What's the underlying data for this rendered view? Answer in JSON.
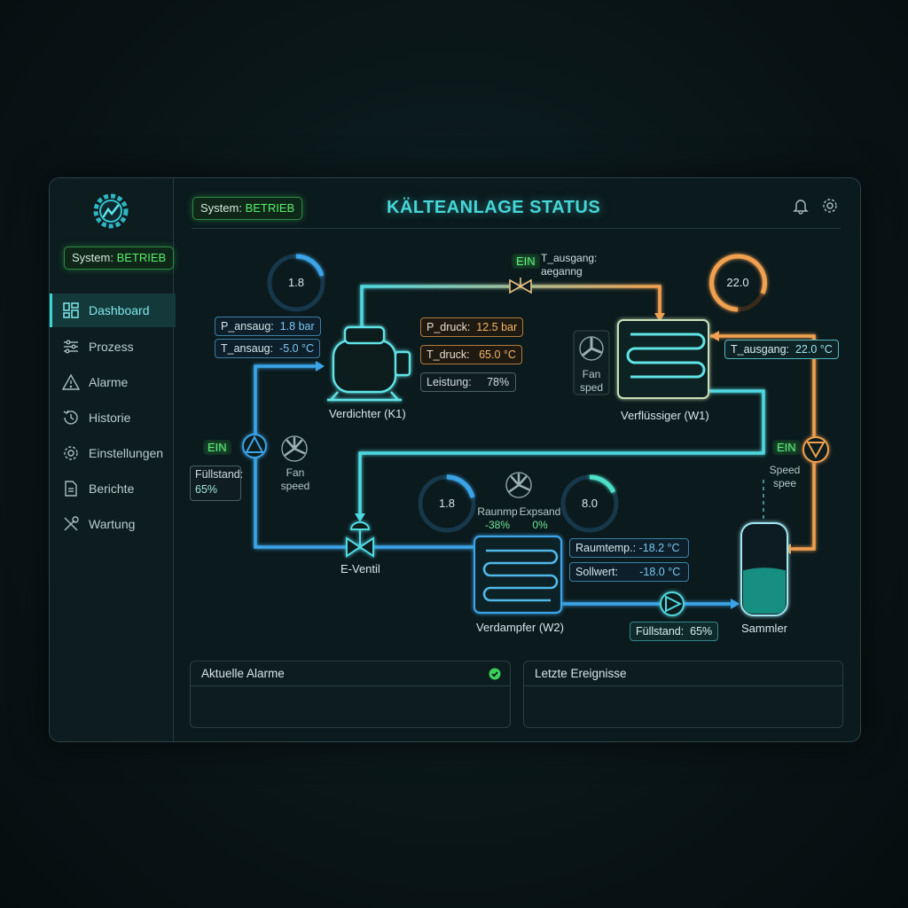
{
  "sidebar": {
    "status_prefix": "System:",
    "status_value": "BETRIEB",
    "items": [
      {
        "label": "Dashboard",
        "icon": "dashboard-icon"
      },
      {
        "label": "Prozess",
        "icon": "sliders-icon"
      },
      {
        "label": "Alarme",
        "icon": "warning-icon"
      },
      {
        "label": "Historie",
        "icon": "history-icon"
      },
      {
        "label": "Einstellungen",
        "icon": "gear-icon"
      },
      {
        "label": "Berichte",
        "icon": "document-icon"
      },
      {
        "label": "Wartung",
        "icon": "tools-icon"
      }
    ]
  },
  "header": {
    "status_prefix": "System:",
    "status_value": "BETRIEB",
    "title": "KÄLTEANLAGE STATUS"
  },
  "diagram": {
    "compressor": {
      "label": "Verdichter (K1)",
      "gauge": "1.8",
      "p_ansaug_label": "P_ansaug:",
      "p_ansaug_value": "1.8 bar",
      "t_ansaug_label": "T_ansaug:",
      "t_ansaug_value": "-5.0 °C",
      "p_druck_label": "P_druck:",
      "p_druck_value": "12.5 bar",
      "t_druck_label": "T_druck:",
      "t_druck_value": "65.0 °C",
      "leistung_label": "Leistung:",
      "leistung_value": "78%"
    },
    "top_valve": {
      "state": "EIN",
      "label_line1": "T_ausgang:",
      "label_line2": "aeganng"
    },
    "condenser": {
      "label": "Verflüssiger (W1)",
      "gauge": "22.0",
      "fan_label_line1": "Fan",
      "fan_label_line2": "sped",
      "t_ausgang_label": "T_ausgang:",
      "t_ausgang_value": "22.0 °C"
    },
    "right_pump": {
      "state": "EIN",
      "speed_line1": "Speed",
      "speed_line2": "spee"
    },
    "left_pump": {
      "state": "EIN",
      "fill_label": "Füllstand:",
      "fill_value": "65%",
      "fan_line1": "Fan",
      "fan_line2": "speed"
    },
    "expansion_valve": {
      "label": "E-Ventil"
    },
    "evaporator": {
      "label": "Verdampfer (W2)",
      "gauge_left": "1.8",
      "gauge_right": "8.0",
      "raum_label": "Raunmp",
      "raum_value": "-38%",
      "exp_label": "Expsand",
      "exp_value": "0%",
      "raumtemp_label": "Raumtemp.:",
      "raumtemp_value": "-18.2 °C",
      "sollwert_label": "Sollwert:",
      "sollwert_value": "-18.0 °C"
    },
    "receiver": {
      "label": "Sammler",
      "fill_label": "Füllstand:",
      "fill_value": "65%",
      "fill_level": 0.65
    }
  },
  "panels": {
    "alarms_title": "Aktuelle Alarme",
    "events_title": "Letzte Ereignisse"
  },
  "colors": {
    "accent": "#39d6d2",
    "ok_green": "#59f06c",
    "hot_orange": "#f0a050",
    "cold_blue": "#3aa4e8"
  }
}
